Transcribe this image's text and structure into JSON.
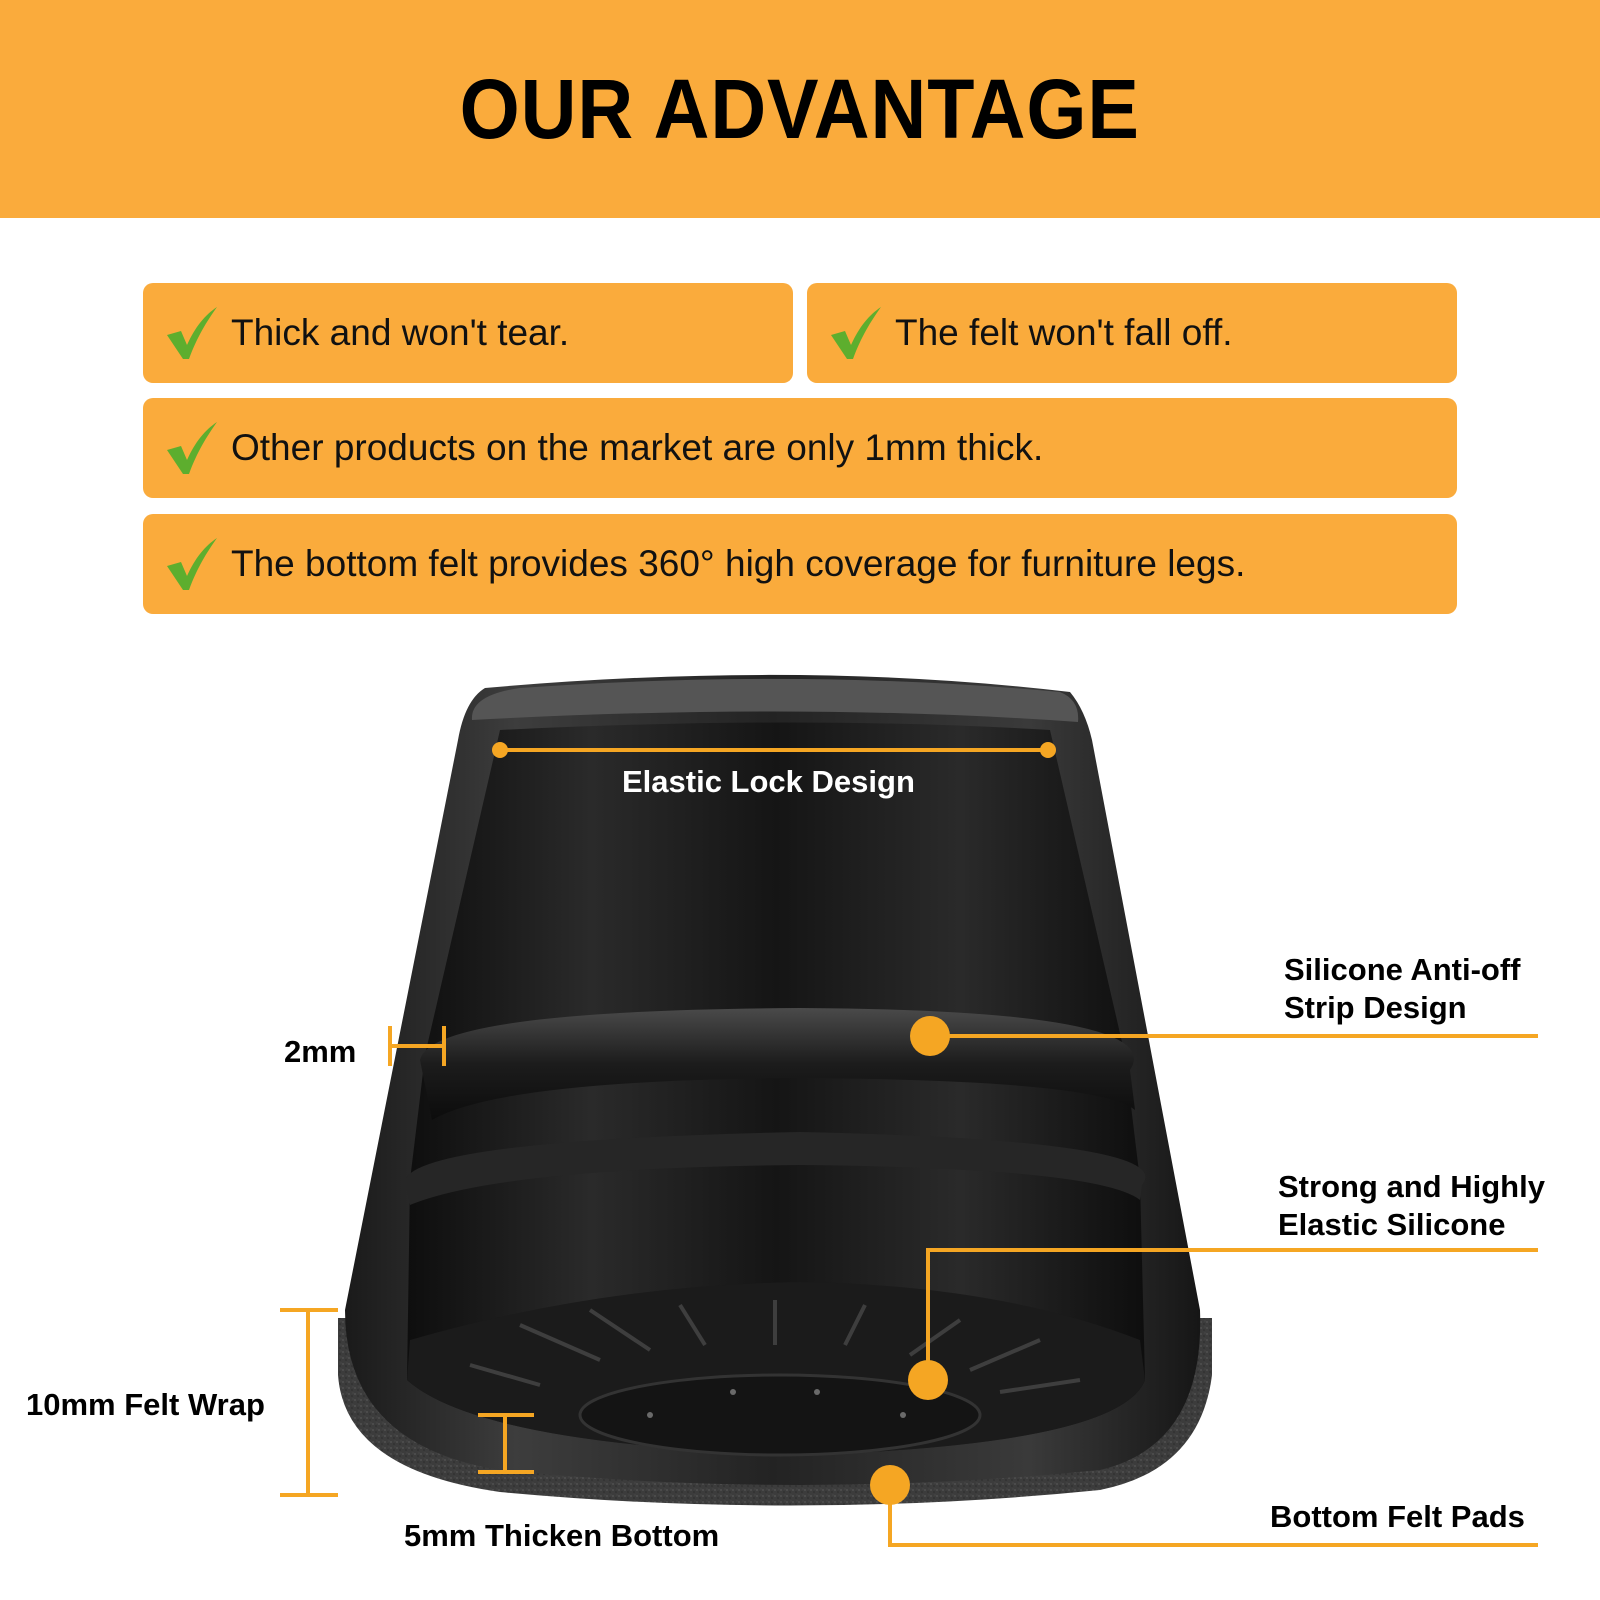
{
  "header": {
    "title": "OUR ADVANTAGE"
  },
  "colors": {
    "accent": "#FAAB3C",
    "check": "#5DAE2E",
    "product": "#2b2b2b",
    "felt": "#3a3a3a",
    "callout_line": "#F5A623"
  },
  "features": [
    {
      "text": "Thick and won't tear.",
      "icon": "check-icon"
    },
    {
      "text": "The felt won't fall off.",
      "icon": "check-icon"
    },
    {
      "text": "Other products on the market are only 1mm thick.",
      "icon": "check-icon"
    },
    {
      "text": "The bottom felt provides 360° high coverage for furniture legs.",
      "icon": "check-icon"
    }
  ],
  "callouts": {
    "elastic_lock": "Elastic Lock Design",
    "silicone_strip_1": "Silicone Anti-off",
    "silicone_strip_2": "Strip Design",
    "elastic_silicone_1": "Strong and Highly",
    "elastic_silicone_2": "Elastic Silicone",
    "bottom_felt": "Bottom Felt Pads",
    "thickness_2mm": "2mm",
    "felt_wrap": "10mm Felt Wrap",
    "thicken_bottom": "5mm Thicken Bottom"
  }
}
